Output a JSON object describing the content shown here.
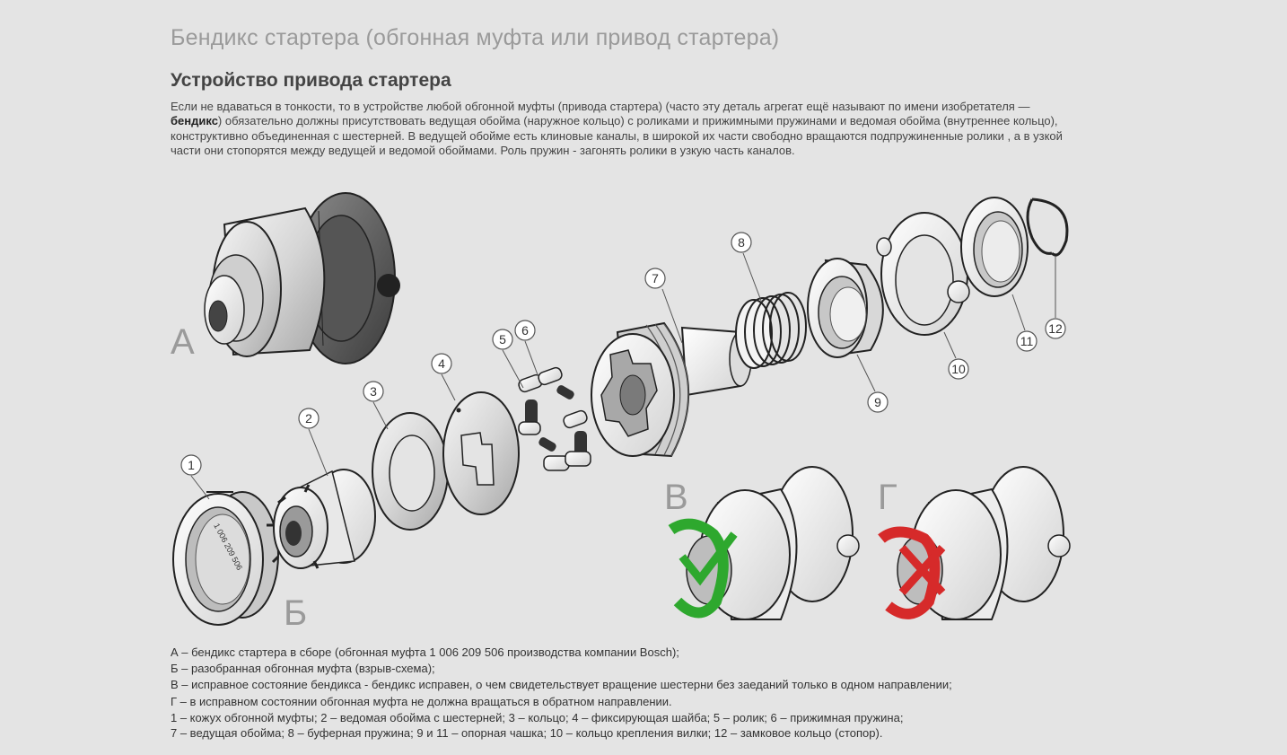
{
  "page_title": "Бендикс стартера (обгонная муфта или привод стартера)",
  "section_title": "Устройство привода стартера",
  "intro": {
    "part1": "Если не вдаваться в тонкости, то в устройстве любой обгонной муфты (привода стартера) (часто эту деталь агрегат ещё называют по имени изобретателя — ",
    "bold": "бендикс",
    "part2": ") обязательно должны присутствовать ведущая обойма (наружное кольцо) с роликами и прижимными пружинами и ведомая обойма (внутреннее кольцо), конструктивно объединенная с шестерней. В ведущей обойме есть клиновые каналы, в широкой их части свободно вращаются подпружиненные ролики , а в узкой части они стопорятся между ведущей и ведомой обоймами. Роль пружин - загонять ролики в узкую часть каналов."
  },
  "diagram": {
    "letters": {
      "a": "А",
      "b": "Б",
      "v": "В",
      "g": "Г"
    },
    "housing_marking": "1 006 209 506",
    "numbers": [
      "1",
      "2",
      "3",
      "4",
      "5",
      "6",
      "7",
      "8",
      "9",
      "10",
      "11",
      "12"
    ],
    "check_color": "#2ea82e",
    "cross_color": "#d62a2a"
  },
  "captions": [
    "А – бендикс стартера в сборе (обгонная муфта 1 006 209 506 производства компании Bosch);",
    "Б – разобранная обгонная муфта (взрыв-схема);",
    "В – исправное состояние бендикса - бендикс исправен, о чем свидетельствует вращение шестерни без заеданий только в одном направлении;",
    "Г – в исправном состоянии обгонная муфта не должна вращаться в обратном направлении."
  ],
  "legend": [
    "1 – кожух обгонной муфты;  2 – ведомая обойма с шестерней;  3 – кольцо;  4 – фиксирующая шайба;  5 – ролик;  6 – прижимная пружина;",
    "7 – ведущая обойма;  8 – буферная пружина;  9 и 11 – опорная чашка;  10 – кольцо крепления вилки;  12 – замковое кольцо (стопор)."
  ]
}
